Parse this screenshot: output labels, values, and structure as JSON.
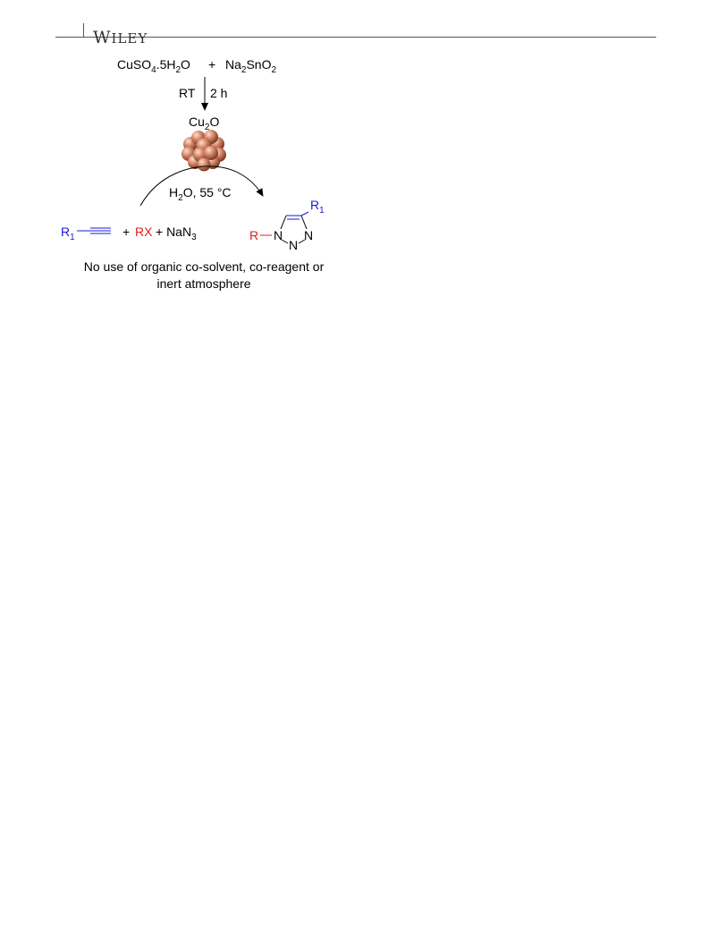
{
  "header": {
    "publisher_first": "W",
    "publisher_rest": "ILEY"
  },
  "scheme": {
    "reagent_1": "CuSO",
    "reagent_1_sub": "4",
    "reagent_1_rest": ".5H",
    "reagent_1_sub2": "2",
    "reagent_1_end": "O",
    "plus": "+",
    "reagent_2": "Na",
    "reagent_2_sub": "2",
    "reagent_2_mid": "SnO",
    "reagent_2_sub2": "2",
    "cond_left": "RT",
    "cond_right": "2 h",
    "catalyst": "Cu",
    "catalyst_sub": "2",
    "catalyst_end": "O",
    "arc_cond": "H",
    "arc_cond_sub": "2",
    "arc_cond_end": "O, 55 °C",
    "alkyne_r": "R",
    "alkyne_r_sub": "1",
    "plus_rx": "+",
    "rx": "RX",
    "plus_nan3": "+ NaN",
    "nan3_sub": "3",
    "product_r": "R",
    "product_n1": "N",
    "product_n2": "N",
    "product_n3": "N",
    "product_r1": "R",
    "product_r1_sub": "1",
    "caption_line1": "No use of organic co-solvent, co-reagent or",
    "caption_line2": "inert atmosphere"
  },
  "colors": {
    "r1_color": "#1a1ad6",
    "rx_color": "#e01e1e",
    "particle_color": "#c8704e"
  }
}
